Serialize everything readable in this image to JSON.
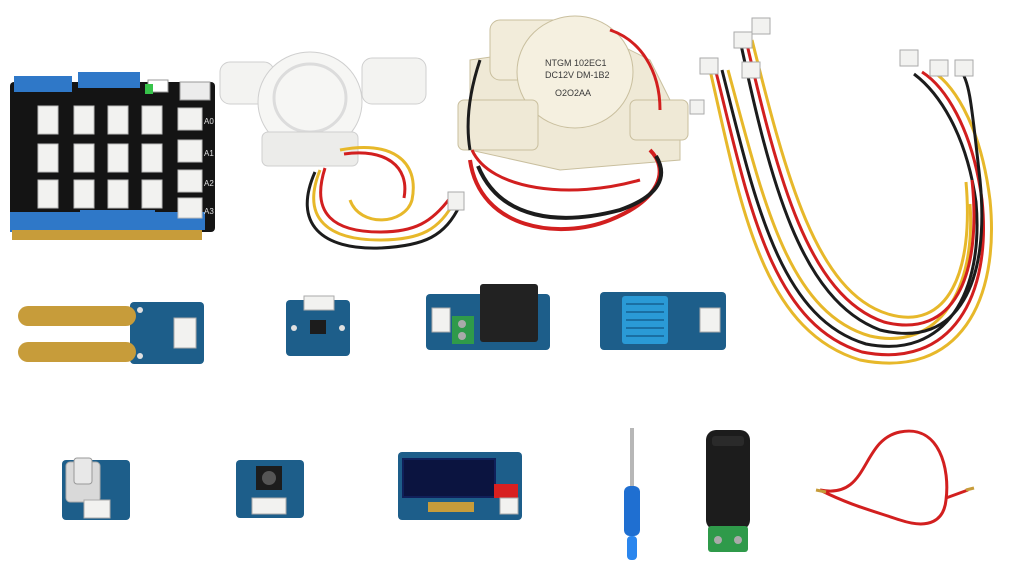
{
  "image": {
    "background": "#ffffff",
    "colors": {
      "pcb_blue": "#1d5e8a",
      "pcb_dark": "#141414",
      "connector_white": "#f2f2f0",
      "wire_red": "#d21f1f",
      "wire_yellow": "#e7b82a",
      "wire_black": "#1c1c1c",
      "terminal_green": "#2f9a4a",
      "gold": "#c79c3a",
      "relay_black": "#222222"
    }
  },
  "labels": {
    "valve_line1": "NTGM 102EC1",
    "valve_line2": "DC12V  DM-1B2",
    "valve_line3": "O2O2AA",
    "shield_a0": "A0",
    "shield_a1": "A1",
    "shield_a2": "A2",
    "shield_a3": "A3"
  },
  "items": [
    {
      "name": "base-shield",
      "icon": "pcb-shield-icon"
    },
    {
      "name": "water-flow-sensor",
      "icon": "flow-sensor-icon"
    },
    {
      "name": "solenoid-valve",
      "icon": "valve-icon"
    },
    {
      "name": "grove-cable-bundle",
      "icon": "cable-icon"
    },
    {
      "name": "moisture-sensor",
      "icon": "moisture-icon"
    },
    {
      "name": "small-sensor-module",
      "icon": "module-icon"
    },
    {
      "name": "relay-module",
      "icon": "relay-icon"
    },
    {
      "name": "temperature-humidity-sensor",
      "icon": "dht-icon"
    },
    {
      "name": "rotary-angle-sensor",
      "icon": "knob-icon"
    },
    {
      "name": "button-module",
      "icon": "button-icon"
    },
    {
      "name": "oled-display",
      "icon": "oled-icon"
    },
    {
      "name": "screwdriver",
      "icon": "screwdriver-icon"
    },
    {
      "name": "dc-jack-adapter",
      "icon": "dc-jack-icon"
    },
    {
      "name": "red-wire",
      "icon": "wire-icon"
    }
  ]
}
